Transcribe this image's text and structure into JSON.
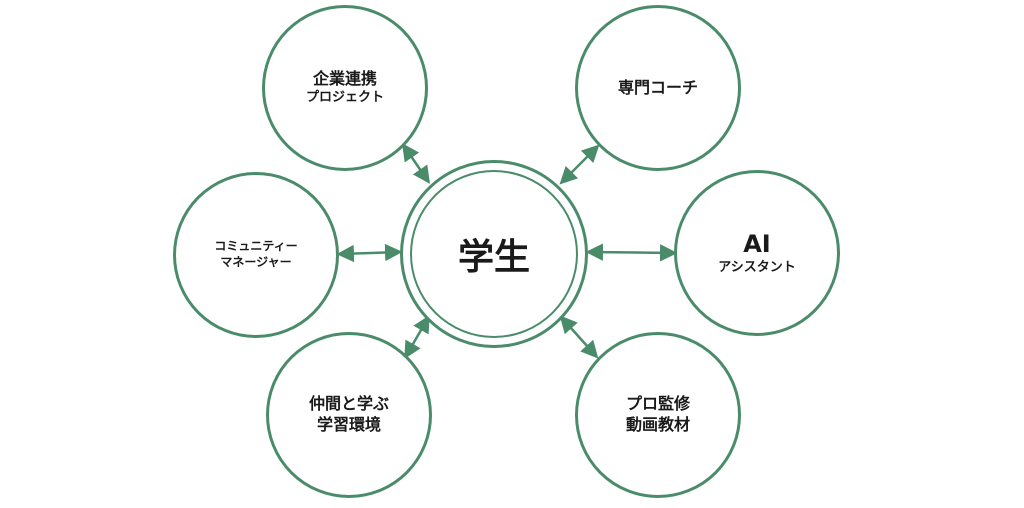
{
  "center": {
    "label": "学生"
  },
  "nodes": {
    "industry": {
      "line1": "企業連携",
      "line2": "プロジェクト"
    },
    "coach": {
      "line1": "専門コーチ"
    },
    "community": {
      "line1": "コミュニティー",
      "line2": "マネージャー"
    },
    "ai": {
      "line1": "AI",
      "line2": "アシスタント"
    },
    "peers": {
      "line1": "仲間と学ぶ",
      "line2": "学習環境"
    },
    "videos": {
      "line1": "プロ監修",
      "line2": "動画教材"
    }
  },
  "colors": {
    "accent": "#4a8c6a",
    "text": "#1a1a1a"
  }
}
